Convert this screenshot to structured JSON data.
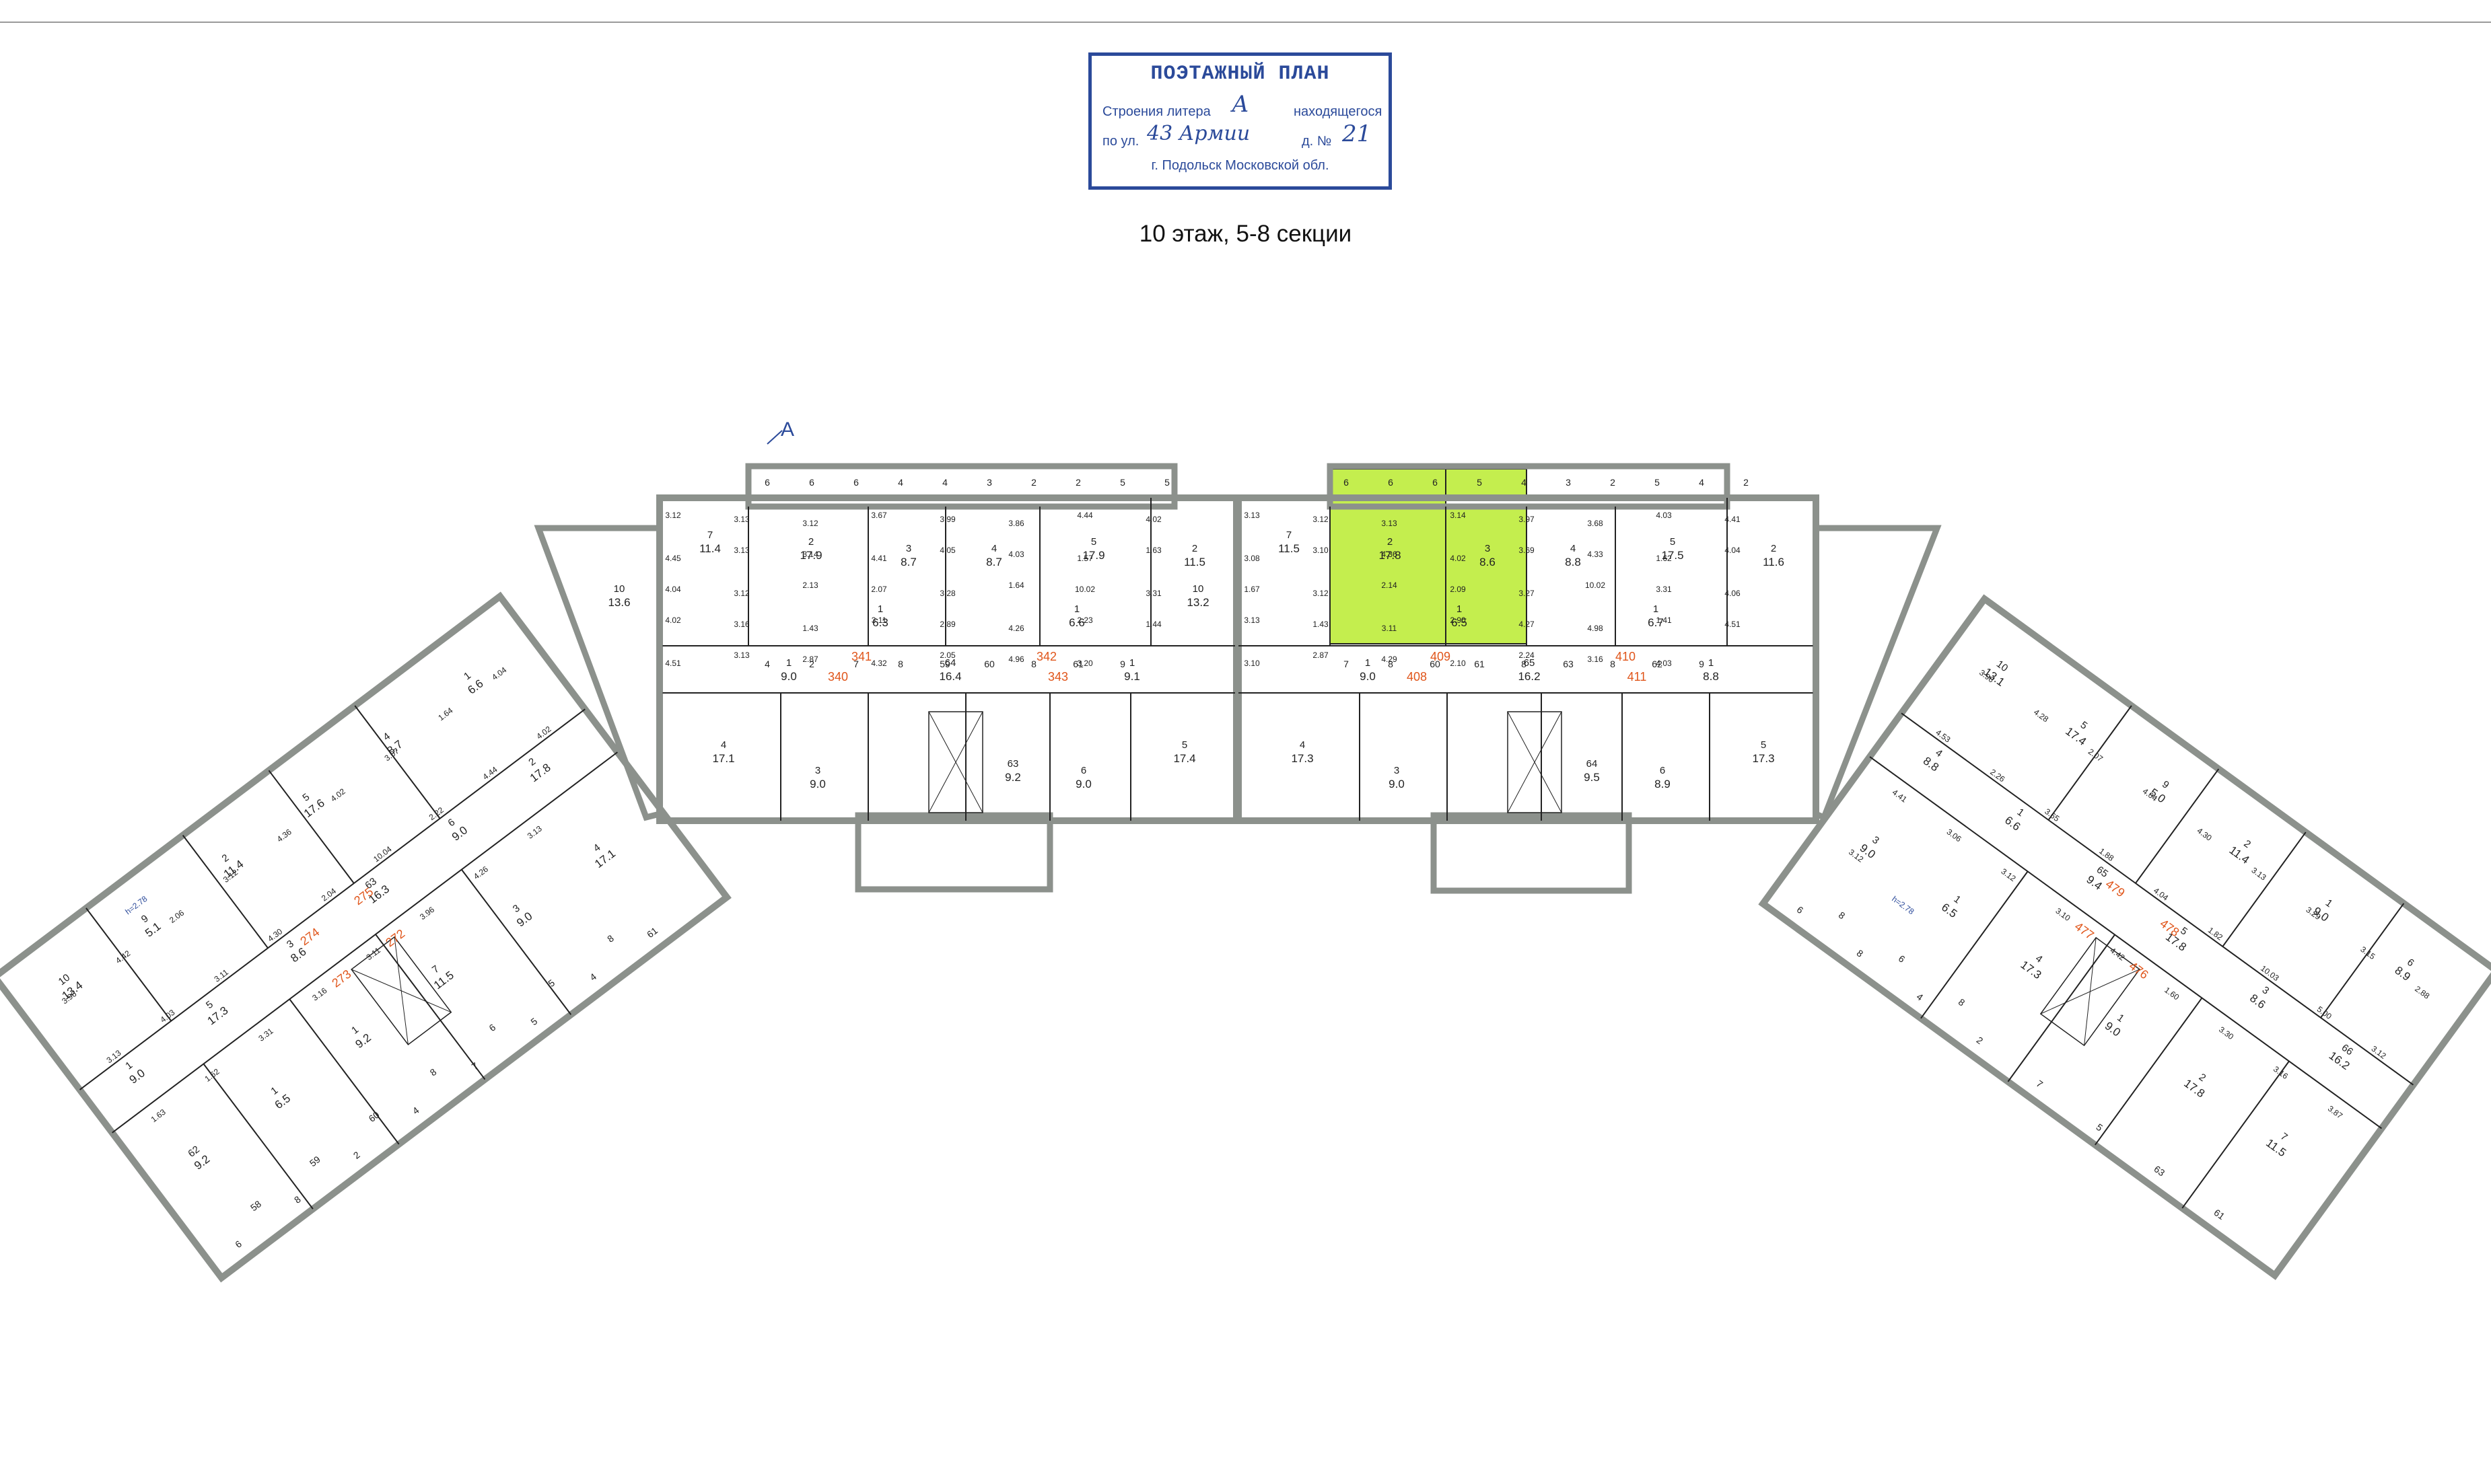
{
  "stamp": {
    "title": "ПОЭТАЖНЫЙ ПЛАН",
    "line1_prefix": "Строения литера",
    "line1_value": "А",
    "line1_suffix": "находящегося",
    "line2_prefix": "по ул.",
    "line2_value": "43 Армии",
    "line2_mid": "д. №",
    "line2_number": "21",
    "line3": "г. Подольск  Московской обл.",
    "color": "#2b4a9a"
  },
  "caption": "10 этаж, 5-8 секции",
  "markers": {
    "section_letter": "А",
    "height_left": "h=2.78",
    "height_a": "h=2.78",
    "height_b": "h=2.78"
  },
  "colors": {
    "wall": "#8c918c",
    "highlight": "#c4ee4e",
    "number_red": "#e0551a",
    "stroke": "#222222"
  },
  "section_a": {
    "rooms": [
      {
        "n": "7",
        "a": "11.4"
      },
      {
        "n": "2",
        "a": "17.9"
      },
      {
        "n": "3",
        "a": "8.7"
      },
      {
        "n": "4",
        "a": "8.7"
      },
      {
        "n": "5",
        "a": "17.9"
      },
      {
        "n": "2",
        "a": "11.5"
      },
      {
        "n": "10",
        "a": "13.6"
      },
      {
        "n": "1",
        "a": "6.3"
      },
      {
        "n": "1",
        "a": "6.6"
      },
      {
        "n": "64",
        "a": "16.4"
      },
      {
        "n": "1",
        "a": "9.0"
      },
      {
        "n": "1",
        "a": "9.1"
      },
      {
        "n": "4",
        "a": "17.1"
      },
      {
        "n": "3",
        "a": "9.0"
      },
      {
        "n": "63",
        "a": "9.2"
      },
      {
        "n": "6",
        "a": "9.0"
      },
      {
        "n": "5",
        "a": "17.4"
      }
    ],
    "apartments": [
      "341",
      "342",
      "340",
      "343"
    ],
    "dims": [
      "3.12",
      "3.13",
      "3.12",
      "3.67",
      "3.99",
      "3.86",
      "4.44",
      "4.02",
      "4.45",
      "3.13",
      "3.14",
      "4.41",
      "4.05",
      "4.03",
      "1.57",
      "1.63",
      "4.04",
      "3.12",
      "2.13",
      "2.07",
      "3.28",
      "1.64",
      "10.02",
      "3.31",
      "4.02",
      "3.16",
      "1.43",
      "3.11",
      "2.89",
      "4.26",
      "2.23",
      "1.44",
      "4.51",
      "3.13",
      "2.87",
      "4.32",
      "2.05",
      "4.96",
      "3.20"
    ],
    "small": [
      "6",
      "6",
      "6",
      "4",
      "4",
      "3",
      "2",
      "2",
      "5",
      "5",
      "4",
      "2",
      "7",
      "8",
      "59",
      "60",
      "8",
      "61",
      "9"
    ]
  },
  "section_b": {
    "rooms": [
      {
        "n": "7",
        "a": "11.5"
      },
      {
        "n": "2",
        "a": "17.8"
      },
      {
        "n": "3",
        "a": "8.6"
      },
      {
        "n": "4",
        "a": "8.8"
      },
      {
        "n": "5",
        "a": "17.5"
      },
      {
        "n": "2",
        "a": "11.6"
      },
      {
        "n": "10",
        "a": "13.2"
      },
      {
        "n": "1",
        "a": "6.5"
      },
      {
        "n": "1",
        "a": "6.7"
      },
      {
        "n": "65",
        "a": "16.2"
      },
      {
        "n": "1",
        "a": "9.0"
      },
      {
        "n": "1",
        "a": "8.8"
      },
      {
        "n": "4",
        "a": "17.3"
      },
      {
        "n": "3",
        "a": "9.0"
      },
      {
        "n": "64",
        "a": "9.5"
      },
      {
        "n": "6",
        "a": "8.9"
      },
      {
        "n": "5",
        "a": "17.3"
      }
    ],
    "apartments": [
      "409",
      "410",
      "408",
      "411"
    ],
    "dims": [
      "3.13",
      "3.12",
      "3.13",
      "3.14",
      "3.97",
      "3.68",
      "4.03",
      "4.41",
      "3.08",
      "3.10",
      "4.36",
      "4.02",
      "3.69",
      "4.33",
      "1.62",
      "4.04",
      "1.67",
      "3.12",
      "2.14",
      "2.09",
      "3.27",
      "10.02",
      "3.31",
      "4.06",
      "3.13",
      "1.43",
      "3.11",
      "2.90",
      "4.27",
      "4.98",
      "1.41",
      "4.51",
      "3.10",
      "2.87",
      "4.29",
      "2.10",
      "2.24",
      "3.16",
      "4.03"
    ],
    "small": [
      "6",
      "6",
      "6",
      "5",
      "4",
      "3",
      "2",
      "5",
      "4",
      "2",
      "7",
      "8",
      "60",
      "61",
      "8",
      "63",
      "8",
      "62",
      "9"
    ]
  },
  "wing_left": {
    "rooms": [
      {
        "n": "10",
        "a": "13.4"
      },
      {
        "n": "9",
        "a": "5.1"
      },
      {
        "n": "2",
        "a": "11.4"
      },
      {
        "n": "5",
        "a": "17.6"
      },
      {
        "n": "4",
        "a": "8.7"
      },
      {
        "n": "1",
        "a": "6.6"
      },
      {
        "n": "1",
        "a": "9.0"
      },
      {
        "n": "5",
        "a": "17.3"
      },
      {
        "n": "3",
        "a": "8.6"
      },
      {
        "n": "63",
        "a": "16.3"
      },
      {
        "n": "6",
        "a": "9.0"
      },
      {
        "n": "2",
        "a": "17.8"
      },
      {
        "n": "62",
        "a": "9.2"
      },
      {
        "n": "1",
        "a": "6.5"
      },
      {
        "n": "1",
        "a": "9.2"
      },
      {
        "n": "7",
        "a": "11.5"
      },
      {
        "n": "3",
        "a": "9.0"
      },
      {
        "n": "4",
        "a": "17.1"
      }
    ],
    "apartments": [
      "274",
      "275",
      "273",
      "272"
    ],
    "dims": [
      "3.96",
      "4.42",
      "2.06",
      "3.12",
      "4.36",
      "4.02",
      "3.07",
      "1.64",
      "4.04",
      "3.13",
      "4.03",
      "3.11",
      "4.30",
      "2.04",
      "10.04",
      "2.22",
      "4.44",
      "4.02",
      "1.63",
      "1.62",
      "3.31",
      "3.16",
      "3.11",
      "3.96",
      "4.26",
      "3.13"
    ],
    "small": [
      "6",
      "8",
      "2",
      "4",
      "7",
      "5",
      "4",
      "61",
      "58",
      "59",
      "60",
      "8",
      "6",
      "5",
      "8"
    ]
  },
  "wing_right": {
    "rooms": [
      {
        "n": "10",
        "a": "13.1"
      },
      {
        "n": "5",
        "a": "17.4"
      },
      {
        "n": "9",
        "a": "5.0"
      },
      {
        "n": "2",
        "a": "11.4"
      },
      {
        "n": "1",
        "a": "9.0"
      },
      {
        "n": "6",
        "a": "8.9"
      },
      {
        "n": "4",
        "a": "8.8"
      },
      {
        "n": "1",
        "a": "6.6"
      },
      {
        "n": "65",
        "a": "9.4"
      },
      {
        "n": "5",
        "a": "17.8"
      },
      {
        "n": "3",
        "a": "8.6"
      },
      {
        "n": "66",
        "a": "16.2"
      },
      {
        "n": "3",
        "a": "9.0"
      },
      {
        "n": "1",
        "a": "6.5"
      },
      {
        "n": "4",
        "a": "17.3"
      },
      {
        "n": "1",
        "a": "9.0"
      },
      {
        "n": "2",
        "a": "17.8"
      },
      {
        "n": "7",
        "a": "11.5"
      }
    ],
    "apartments": [
      "479",
      "478",
      "477",
      "476"
    ],
    "dims": [
      "3.96",
      "4.28",
      "2.07",
      "4.04",
      "4.30",
      "3.13",
      "3.29",
      "3.15",
      "2.88",
      "4.53",
      "2.26",
      "3.65",
      "1.88",
      "4.04",
      "1.82",
      "10.03",
      "5.00",
      "3.12",
      "4.41",
      "3.06",
      "3.12",
      "3.10",
      "4.42",
      "1.60",
      "3.30",
      "3.16",
      "3.87",
      "3.12"
    ],
    "small": [
      "6",
      "8",
      "4",
      "2",
      "7",
      "5",
      "63",
      "61",
      "8",
      "6",
      "8"
    ]
  }
}
